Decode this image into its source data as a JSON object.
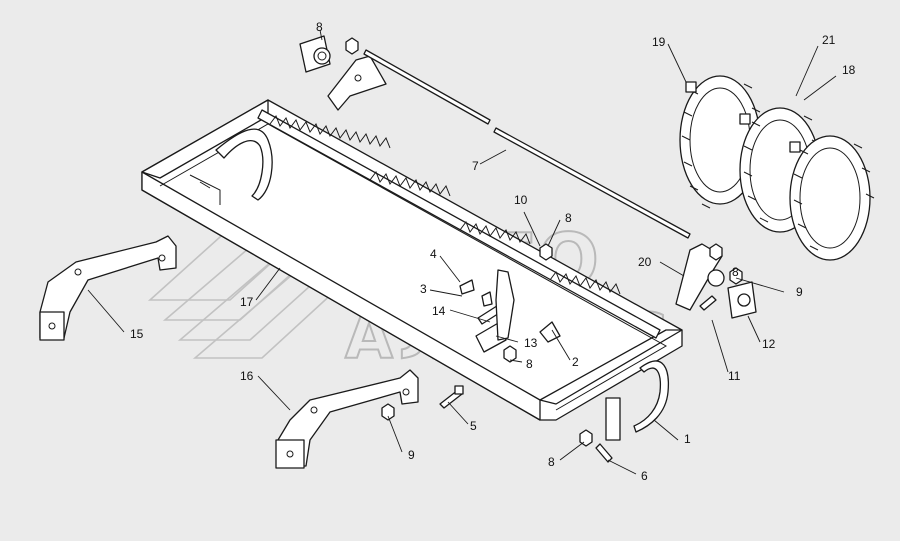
{
  "watermark": {
    "line1": "АВТО",
    "line2": "АЛЬЯНС"
  },
  "callouts": {
    "c1": "1",
    "c2": "2",
    "c3": "3",
    "c4": "4",
    "c5": "5",
    "c6": "6",
    "c7": "7",
    "c8a": "8",
    "c8b": "8",
    "c8c": "8",
    "c8d": "8",
    "c8e": "8",
    "c9a": "9",
    "c9b": "9",
    "c10": "10",
    "c11": "11",
    "c12": "12",
    "c13": "13",
    "c14": "14",
    "c15": "15",
    "c16": "16",
    "c17": "17",
    "c18": "18",
    "c19": "19",
    "c20": "20",
    "c21": "21"
  }
}
